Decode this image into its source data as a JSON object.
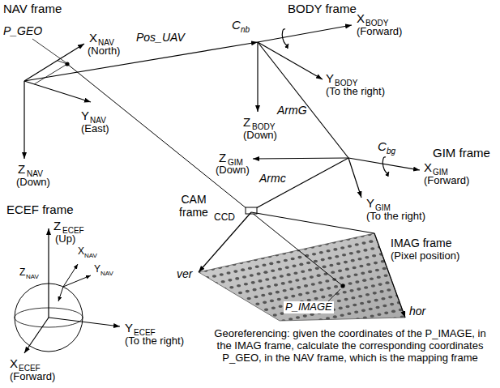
{
  "diagram": {
    "labels": [
      "NAV frame",
      "P_GEO",
      "X",
      "NAV",
      "(North)",
      "Pos_UAV",
      "Y",
      "NAV",
      "(East)",
      "Z",
      "NAV",
      "(Down)",
      "BODY frame",
      "C",
      "nb",
      "X",
      "BODY",
      "(Forward)",
      "Y",
      "BODY",
      "(To the right)",
      "Z",
      "BODY",
      "(Down)",
      "ArmG",
      "C",
      "bg",
      "GIM frame",
      "X",
      "GIM",
      "(Forward)",
      "Z",
      "GIM",
      "(Down)",
      "Armc",
      "CAM frame",
      "CCD",
      "Y",
      "GIM",
      "(To the right)",
      "IMAG frame",
      "(Pixel position)",
      "ver",
      "hor",
      "P_IMAGE",
      "ECEF frame",
      "Z",
      "ECEF",
      "(Up)",
      "X",
      "NAV",
      "Y",
      "NAV",
      "Z",
      "NAV",
      "Y",
      "ECEF",
      "(To the right)",
      "X",
      "ECEF",
      "(Forward)",
      "Georeferencing: given the coordinates of the P_IMAGE, in the IMAG frame, calculate the corresponding coordinates P_GEO, in the NAV frame, which is the mapping frame"
    ]
  }
}
